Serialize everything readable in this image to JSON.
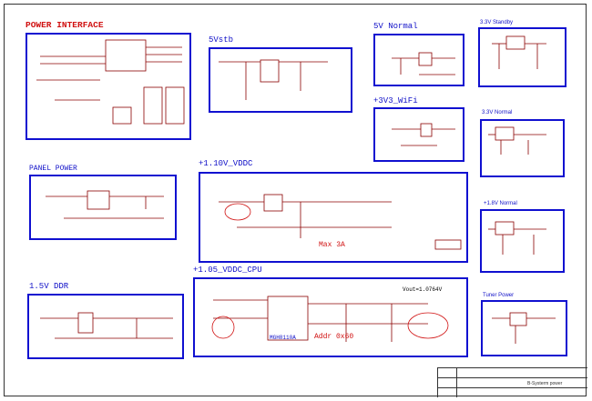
{
  "blocks": {
    "power_interface": {
      "title": "POWER INTERFACE"
    },
    "vstb": {
      "title": "5Vstb"
    },
    "v5_normal": {
      "title": "5V Normal"
    },
    "v33_standby": {
      "title": "3.3V Standby"
    },
    "v3v3_wifi": {
      "title": "+3V3_WiFi"
    },
    "v33_normal": {
      "title": "3.3V Normal"
    },
    "panel_power": {
      "title": "PANEL POWER"
    },
    "vddc_110": {
      "title": "+1.10V_VDDC",
      "note": "Max 3A"
    },
    "v18_normal": {
      "title": "+1.8V Normal"
    },
    "v15_ddr": {
      "title": "1.5V DDR"
    },
    "vddc_cpu": {
      "title": "+1.05_VDDC_CPU",
      "chip": "MGH8110A",
      "addr": "Addr 0x60",
      "vout": "Vout=1.0764V"
    },
    "tuner_power": {
      "title": "Tuner Power"
    }
  },
  "title_block": {
    "sheet": "B-Systerm power"
  },
  "colors": {
    "frame_blue": "#1010d0",
    "wire": "#8b0000",
    "title_red": "#d01010"
  }
}
